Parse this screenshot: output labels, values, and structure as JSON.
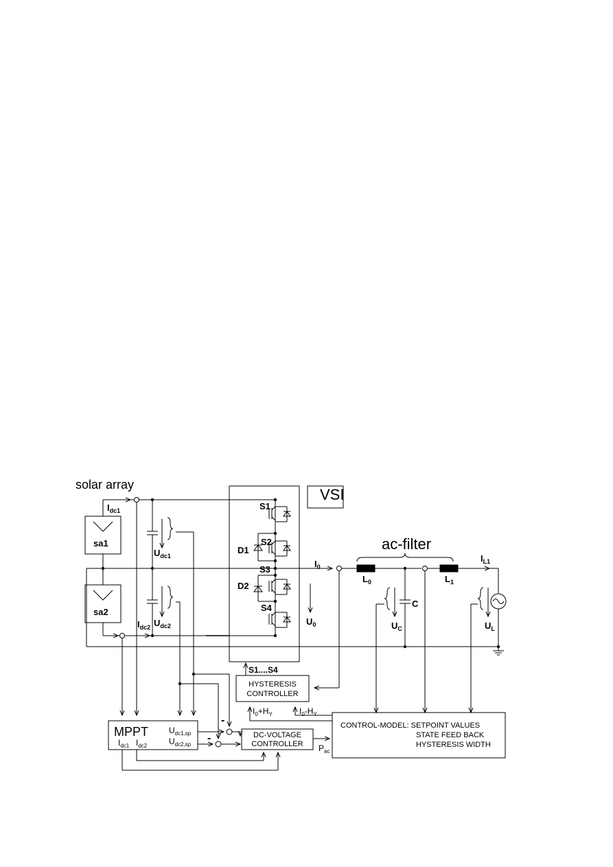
{
  "diagram": {
    "title": "solar array",
    "vsi": "VSI",
    "ac_filter": "ac-filter",
    "panels": {
      "sa1": "sa1",
      "sa2": "sa2"
    },
    "currents": {
      "idc1": "I",
      "idc1_sub": "dc1",
      "idc2": "I",
      "idc2_sub": "dc2",
      "i0": "I",
      "i0_sub": "0",
      "il1": "I",
      "il1_sub": "L1"
    },
    "voltages": {
      "udc1": "U",
      "udc1_sub": "dc1",
      "udc2": "U",
      "udc2_sub": "dc2",
      "u0": "U",
      "u0_sub": "0",
      "uc": "U",
      "uc_sub": "C",
      "ul": "U",
      "ul_sub": "L"
    },
    "switches": {
      "s1": "S1",
      "s2": "S2",
      "s3": "S3",
      "s4": "S4",
      "d1": "D1",
      "d2": "D2"
    },
    "filter": {
      "l0": "L",
      "l0_sub": "0",
      "l1": "L",
      "l1_sub": "1",
      "c": "C"
    },
    "gate_signal": "S1....S4",
    "hysteresis": {
      "line1": "HYSTERESIS",
      "line2": "CONTROLLER"
    },
    "hyst_inputs": {
      "plus_a": "I",
      "plus_sub": "0",
      "plus_b": "+H",
      "plus_sub2": "Y",
      "minus_a": "I",
      "minus_sub": "0",
      "minus_b": "-H",
      "minus_sub2": "Y"
    },
    "mppt": {
      "label": "MPPT",
      "i1": "I",
      "i1_sub": "dc1",
      "i2": "I",
      "i2_sub": "dc2",
      "u1": "U",
      "u1_sub": "dc1,sp",
      "u2": "U",
      "u2_sub": "dc2,sp"
    },
    "dc_controller": {
      "line1": "DC-VOLTAGE",
      "line2": "CONTROLLER"
    },
    "pac": "P",
    "pac_sub": "ac",
    "control_model": {
      "line1": "CONTROL-MODEL: SETPOINT VALUES",
      "line2": "STATE FEED BACK",
      "line3": "HYSTERESIS WIDTH"
    },
    "minus_sign": "-"
  }
}
